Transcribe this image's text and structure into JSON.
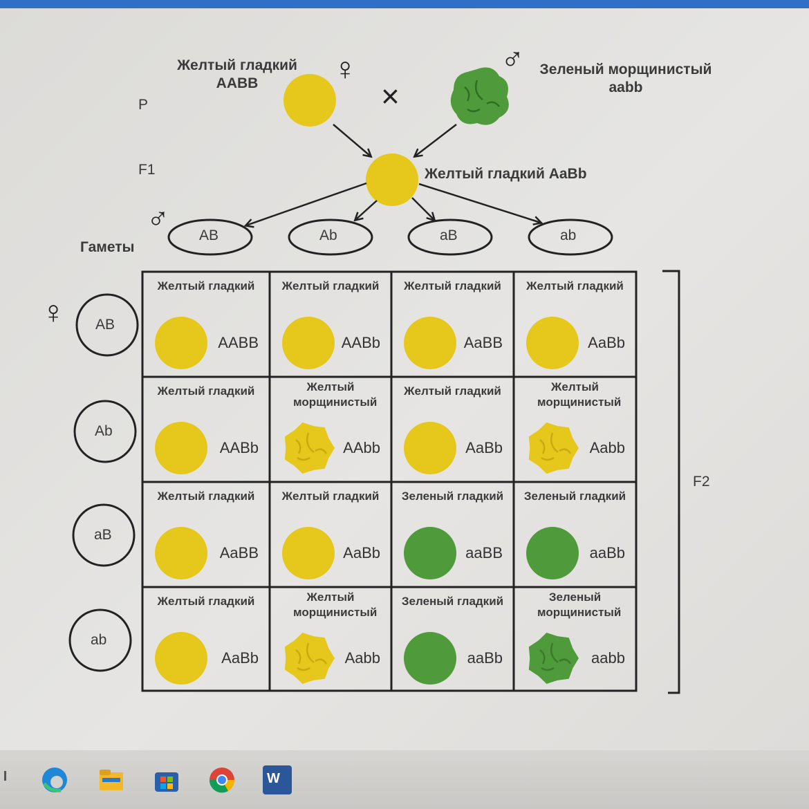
{
  "parents": {
    "row_label": "P",
    "female": {
      "phenotype": "Желтый гладкий",
      "genotype": "AABB",
      "symbol": "♀",
      "color": "#e6c71c"
    },
    "male": {
      "phenotype": "Зеленый морщинистый",
      "genotype": "aabb",
      "symbol": "♂",
      "color": "#4f9a3a"
    },
    "cross": "×"
  },
  "f1": {
    "row_label": "F1",
    "text": "Желтый гладкий AaBb"
  },
  "gametes": {
    "label": "Гаметы",
    "male_symbol": "♂",
    "female_symbol": "♀",
    "male": [
      "AB",
      "Ab",
      "aB",
      "ab"
    ],
    "female": [
      "AB",
      "Ab",
      "aB",
      "ab"
    ]
  },
  "f2_label": "F2",
  "grid": [
    [
      {
        "phenotype": "Желтый гладкий",
        "genotype": "AABB",
        "color": "yellow",
        "shape": "smooth"
      },
      {
        "phenotype": "Желтый гладкий",
        "genotype": "AABb",
        "color": "yellow",
        "shape": "smooth"
      },
      {
        "phenotype": "Желтый гладкий",
        "genotype": "AaBB",
        "color": "yellow",
        "shape": "smooth"
      },
      {
        "phenotype": "Желтый гладкий",
        "genotype": "AaBb",
        "color": "yellow",
        "shape": "smooth"
      }
    ],
    [
      {
        "phenotype": "Желтый гладкий",
        "genotype": "AABb",
        "color": "yellow",
        "shape": "smooth"
      },
      {
        "phenotype": "Желтый морщинистый",
        "genotype": "AAbb",
        "color": "yellow",
        "shape": "wrinkled"
      },
      {
        "phenotype": "Желтый гладкий",
        "genotype": "AaBb",
        "color": "yellow",
        "shape": "smooth"
      },
      {
        "phenotype": "Желтый морщинистый",
        "genotype": "Aabb",
        "color": "yellow",
        "shape": "wrinkled"
      }
    ],
    [
      {
        "phenotype": "Желтый гладкий",
        "genotype": "AaBB",
        "color": "yellow",
        "shape": "smooth"
      },
      {
        "phenotype": "Желтый гладкий",
        "genotype": "AaBb",
        "color": "yellow",
        "shape": "smooth"
      },
      {
        "phenotype": "Зеленый гладкий",
        "genotype": "aaBB",
        "color": "green",
        "shape": "smooth"
      },
      {
        "phenotype": "Зеленый гладкий",
        "genotype": "aaBb",
        "color": "green",
        "shape": "smooth"
      }
    ],
    [
      {
        "phenotype": "Желтый гладкий",
        "genotype": "AaBb",
        "color": "yellow",
        "shape": "smooth"
      },
      {
        "phenotype": "Желтый морщинистый",
        "genotype": "Aabb",
        "color": "yellow",
        "shape": "wrinkled"
      },
      {
        "phenotype": "Зеленый гладкий",
        "genotype": "aaBb",
        "color": "green",
        "shape": "smooth"
      },
      {
        "phenotype": "Зеленый морщинистый",
        "genotype": "aabb",
        "color": "green",
        "shape": "wrinkled"
      }
    ]
  ],
  "colors": {
    "yellow": "#e6c71c",
    "green": "#4f9a3a",
    "line": "#222222"
  },
  "taskbar": {
    "icons": [
      {
        "name": "edge-icon"
      },
      {
        "name": "file-explorer-icon"
      },
      {
        "name": "microsoft-store-icon"
      },
      {
        "name": "chrome-icon"
      },
      {
        "name": "word-icon",
        "letter": "W"
      }
    ]
  }
}
